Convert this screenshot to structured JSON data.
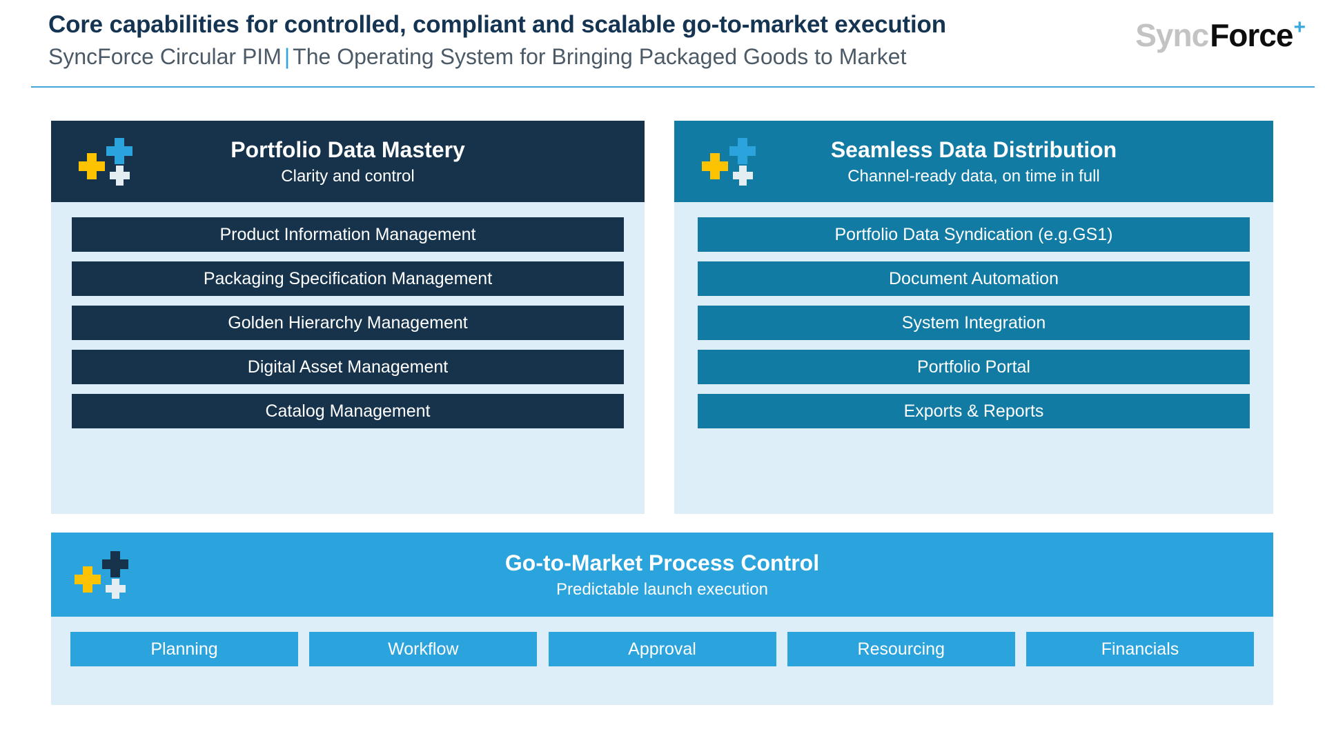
{
  "header": {
    "title": "Core capabilities for controlled, compliant and scalable go-to-market execution",
    "subtitle_left": "SyncForce Circular PIM",
    "subtitle_separator": "|",
    "subtitle_right": "The Operating System for Bringing Packaged Goods to Market",
    "rule_color": "#3ea7d8"
  },
  "logo": {
    "part1": "Sync",
    "part2": "Force",
    "plus": "+",
    "part1_color": "#c3c3c3",
    "part2_color": "#0d0d0d",
    "plus_color": "#3aa8e0"
  },
  "panels": [
    {
      "id": "portfolio-data-mastery",
      "title": "Portfolio Data Mastery",
      "subtitle": "Clarity and control",
      "header_color": "#16334b",
      "item_color": "#16334b",
      "body_color": "#ddeef8",
      "icon": "plus-cluster-icon",
      "items": [
        "Product Information Management",
        "Packaging Specification Management",
        "Golden Hierarchy Management",
        "Digital Asset Management",
        "Catalog Management"
      ]
    },
    {
      "id": "seamless-data-distribution",
      "title": "Seamless Data Distribution",
      "subtitle": "Channel-ready data, on time in full",
      "header_color": "#127ba3",
      "item_color": "#127ba3",
      "body_color": "#ddeef8",
      "icon": "plus-cluster-icon",
      "items": [
        "Portfolio Data Syndication (e.g.GS1)",
        "Document Automation",
        "System Integration",
        "Portfolio Portal",
        "Exports & Reports"
      ]
    },
    {
      "id": "go-to-market-process-control",
      "title": "Go-to-Market Process Control",
      "subtitle": "Predictable launch execution",
      "header_color": "#2ba3dd",
      "item_color": "#2ba3dd",
      "body_color": "#ddeef8",
      "icon": "plus-cluster-icon",
      "items": [
        "Planning",
        "Workflow",
        "Approval",
        "Resourcing",
        "Financials"
      ]
    }
  ],
  "icon_colors": {
    "blue_plus": "#2ba3dd",
    "yellow_plus": "#fdc300",
    "white_plus": "#e4eef2",
    "dark_plus": "#16334b"
  }
}
